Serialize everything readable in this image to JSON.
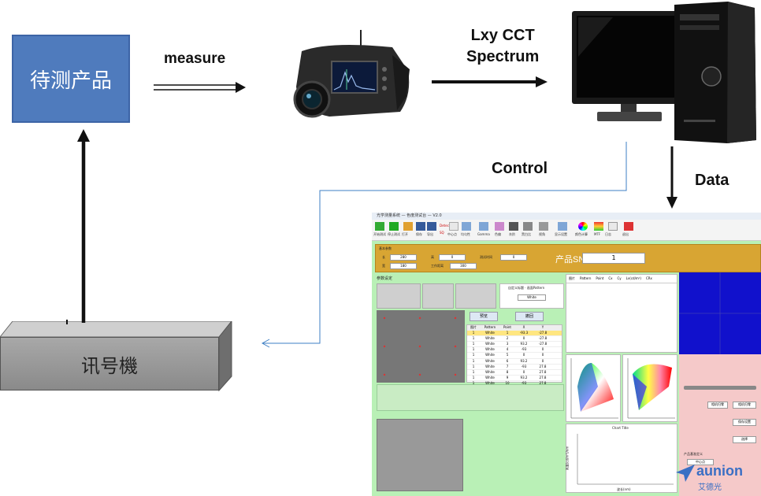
{
  "labels": {
    "product": "待测产品",
    "measure": "measure",
    "lxy_line1": "Lxy CCT",
    "lxy_line2": "Spectrum",
    "control": "Control",
    "data": "Data",
    "generator": "讯号機"
  },
  "software": {
    "title_bar": "光学测量系统 — 色度测试台 — V2.0",
    "toolbar": [
      "开始测试",
      "停止测试",
      "打开",
      "保存",
      "导出",
      "Detector",
      "SQ",
      "中心点",
      "均匀性",
      "Gamma",
      "色偏",
      "灰阶",
      "黑白比",
      "视角",
      "显示设置",
      "颜色计算",
      "MTF",
      "日志",
      "退出"
    ],
    "basic_params_title": "基本参数",
    "field_long_label": "长",
    "field_long_value": "280",
    "field_wide_label": "宽",
    "field_wide_value": "180",
    "field_height_label": "高",
    "field_height_value": "0",
    "field_time_label": "测试时间",
    "field_time_value": "0",
    "field_dist_label": "工作距离",
    "field_dist_value": "300",
    "product_sn_label": "产品SN:",
    "product_sn_value": "1",
    "param_settings_title": "参数设定",
    "pattern_title": "自定义标题 · 画面Pattern",
    "pattern_value": "White",
    "btn_preview": "预览",
    "btn_cancel": "撤回",
    "table_headers": [
      "图片",
      "Pattern",
      "Point",
      "X",
      "Y"
    ],
    "table_rows": [
      [
        "1",
        "White",
        "1",
        "-93.3",
        "-27.8"
      ],
      [
        "1",
        "White",
        "2",
        "0",
        "-27.8"
      ],
      [
        "1",
        "White",
        "3",
        "93.2",
        "-27.8"
      ],
      [
        "1",
        "White",
        "4",
        "-93",
        "0"
      ],
      [
        "1",
        "White",
        "5",
        "0",
        "0"
      ],
      [
        "1",
        "White",
        "6",
        "93.2",
        "0"
      ],
      [
        "1",
        "White",
        "7",
        "-93",
        "27.8"
      ],
      [
        "1",
        "White",
        "8",
        "0",
        "27.8"
      ],
      [
        "1",
        "White",
        "9",
        "93.2",
        "27.8"
      ],
      [
        "1",
        "White",
        "10",
        "-93",
        "27.8"
      ]
    ],
    "result_headers": [
      "图片",
      "Pattern",
      "Point",
      "Cx",
      "Cy",
      "Lv(cd/m²)",
      "CRx"
    ],
    "chart_title": "Chart Title",
    "chart_ylabel": "亮度(cd/m²)/nm",
    "chart_xlabel": "波长(nm)",
    "product_center": "产品基准定义",
    "center_value": "中心点",
    "side_btns": [
      "相机归零",
      "相机归零",
      "保存设置",
      "选择"
    ],
    "brand": "aunion",
    "brand_sub": "艾德光"
  },
  "colors": {
    "product_box": "#4f7bbd",
    "basic_bar": "#d8a533",
    "app_bg": "#b9f0b6",
    "blue_panel": "#1111cc",
    "side_panel": "#f5c9c9"
  }
}
